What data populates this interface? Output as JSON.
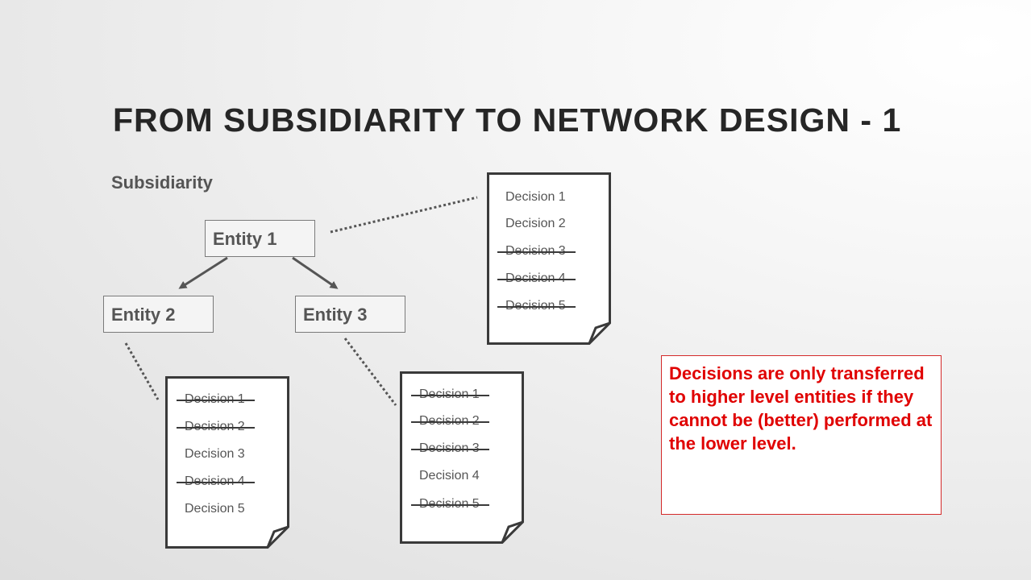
{
  "slide": {
    "title": "FROM SUBSIDIARITY TO NETWORK DESIGN - 1",
    "subtitle": "Subsidiarity"
  },
  "entities": {
    "e1": "Entity 1",
    "e2": "Entity 2",
    "e3": "Entity 3"
  },
  "documents": {
    "top": {
      "items": [
        {
          "label": "Decision 1",
          "struck": false
        },
        {
          "label": "Decision 2",
          "struck": false
        },
        {
          "label": "Decision 3",
          "struck": true
        },
        {
          "label": "Decision 4",
          "struck": true
        },
        {
          "label": "Decision 5",
          "struck": true
        }
      ]
    },
    "left": {
      "items": [
        {
          "label": "Decision 1",
          "struck": true
        },
        {
          "label": "Decision 2",
          "struck": true
        },
        {
          "label": "Decision 3",
          "struck": false
        },
        {
          "label": "Decision 4",
          "struck": true
        },
        {
          "label": "Decision 5",
          "struck": false
        }
      ]
    },
    "right": {
      "items": [
        {
          "label": "Decision 1",
          "struck": true
        },
        {
          "label": "Decision 2",
          "struck": true
        },
        {
          "label": "Decision 3",
          "struck": true
        },
        {
          "label": "Decision 4",
          "struck": false
        },
        {
          "label": "Decision 5",
          "struck": true
        }
      ]
    }
  },
  "callout": {
    "text": "Decisions are only transferred to higher level entities if they cannot be (better) performed at the lower level."
  },
  "colors": {
    "title": "#262626",
    "text": "#555555",
    "callout_text": "#e00000",
    "callout_border": "#d42a2a",
    "document_outline": "#3a3a3a"
  }
}
